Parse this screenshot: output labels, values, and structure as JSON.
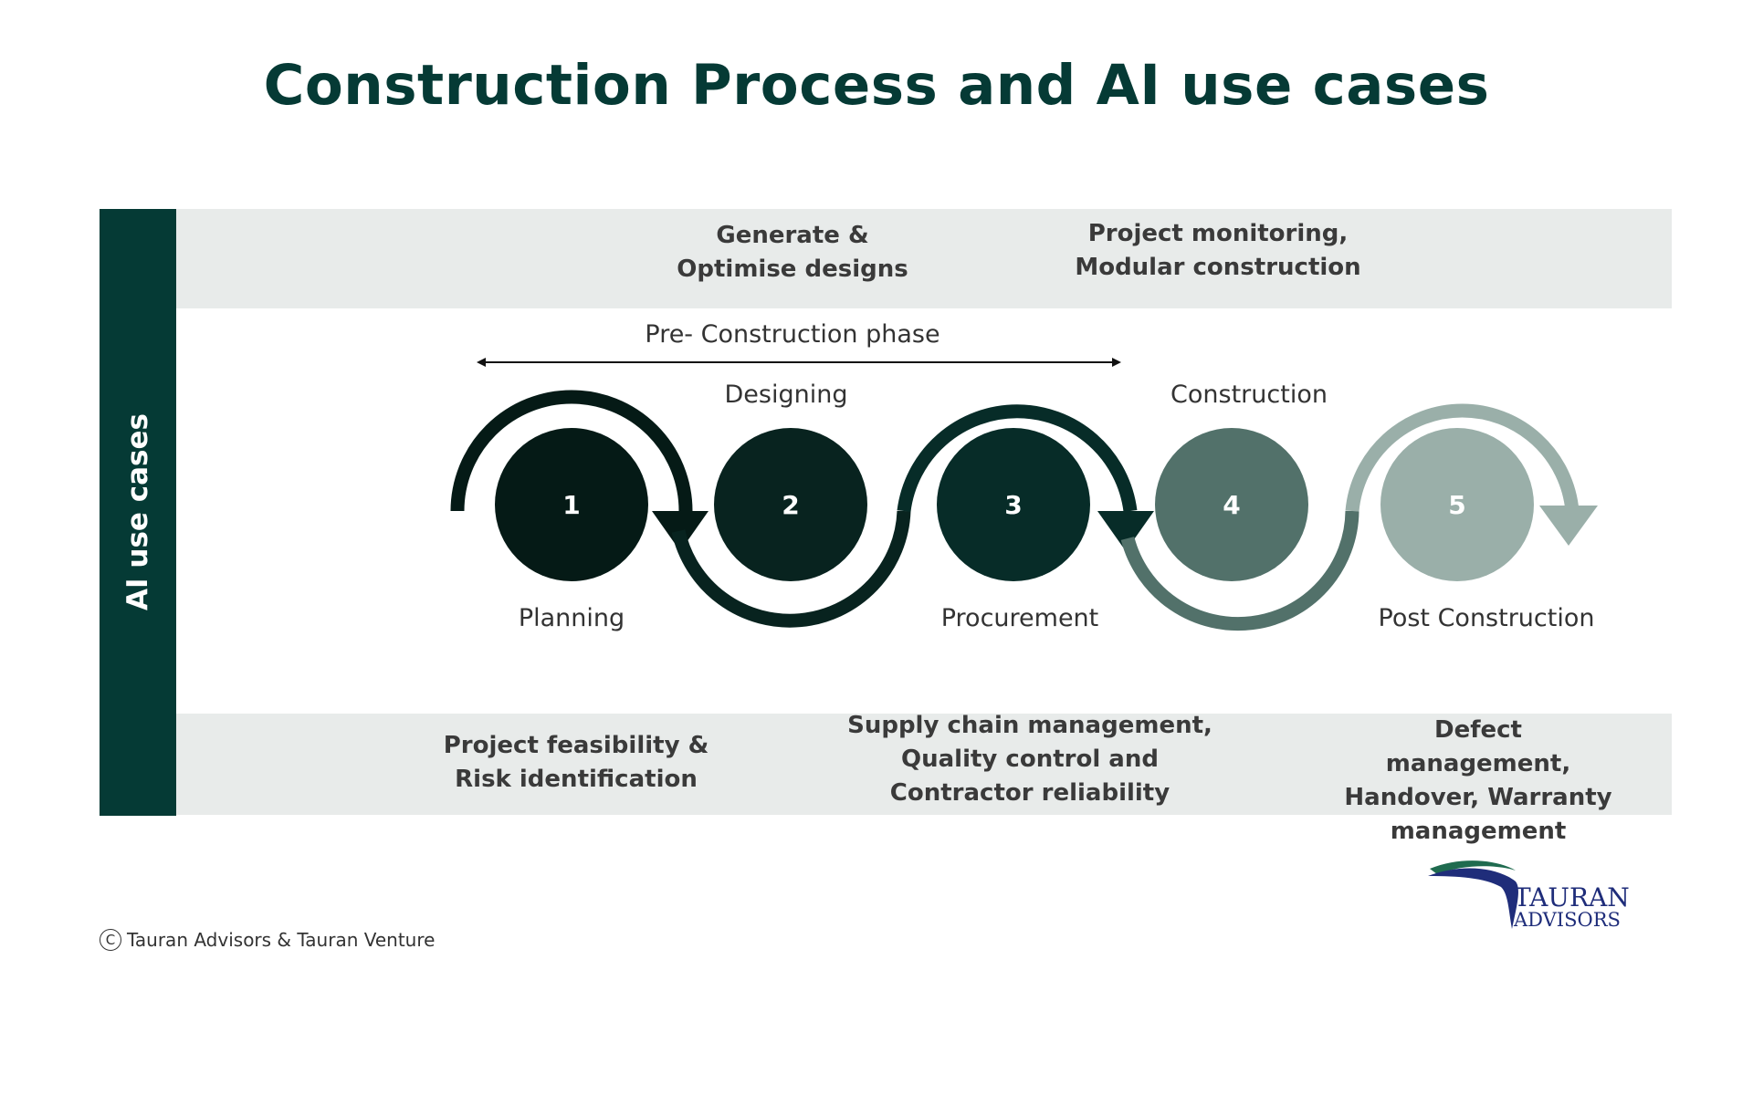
{
  "title": "Construction Process and AI use cases",
  "side_label": "AI use cases",
  "phase_label": "Pre- Construction phase",
  "use_cases_top": [
    {
      "text": "Generate &\nOptimise designs"
    },
    {
      "text": "Project monitoring,\nModular construction"
    }
  ],
  "use_cases_bottom": [
    {
      "text": "Project feasibility &\nRisk identification"
    },
    {
      "text": "Supply chain management,\nQuality control and\nContractor reliability"
    },
    {
      "text": "Defect management,\nHandover, Warranty\nmanagement"
    }
  ],
  "steps": [
    {
      "number": "1",
      "label": "Planning",
      "color": "#051a16"
    },
    {
      "number": "2",
      "label": "Designing",
      "color": "#08231f"
    },
    {
      "number": "3",
      "label": "Procurement",
      "color": "#072c28"
    },
    {
      "number": "4",
      "label": "Construction",
      "color": "#52716a"
    },
    {
      "number": "5",
      "label": "Post Construction",
      "color": "#9aafa9"
    }
  ],
  "footer": {
    "copyright_symbol": "C",
    "copyright_text": "Tauran Advisors & Tauran Venture"
  },
  "logo": {
    "line1": "TAURAN",
    "line2": "ADVISORS"
  }
}
